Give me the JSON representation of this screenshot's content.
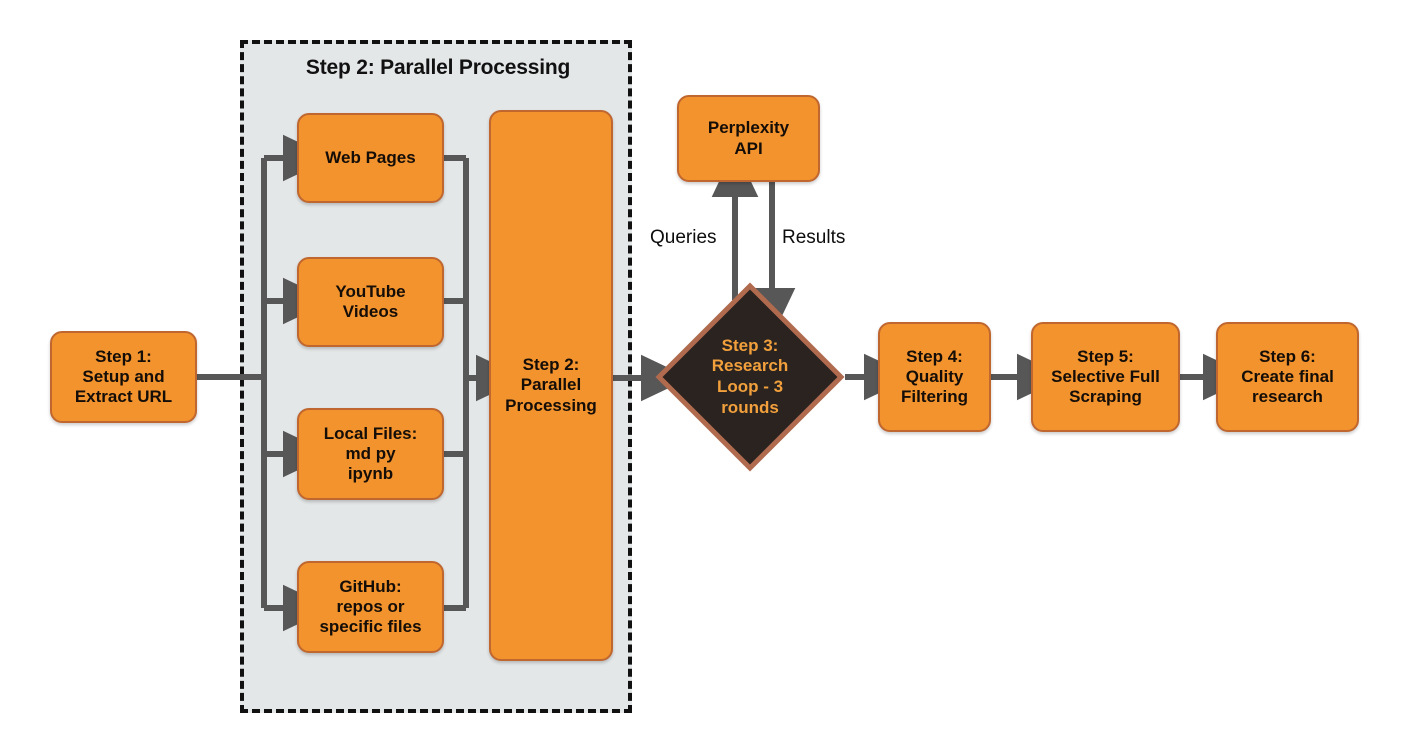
{
  "diagram": {
    "title": "Research pipeline flowchart",
    "background": "#ffffff",
    "colors": {
      "node_fill": "#f2932d",
      "node_border": "#c0662f",
      "node_text": "#140d08",
      "group_fill": "#e4e7e8",
      "group_border": "#111111",
      "decision_fill": "#2a2320",
      "decision_text": "#f2a03c",
      "arrow": "#575757"
    }
  },
  "group": {
    "label": "Step 2: Parallel Processing",
    "style": "dashed"
  },
  "nodes": {
    "step1": {
      "name": "step-1",
      "lines": [
        "Step 1:",
        "Setup and",
        "Extract URL"
      ]
    },
    "web_pages": {
      "name": "web-pages",
      "lines": [
        "Web Pages"
      ]
    },
    "youtube": {
      "name": "youtube-videos",
      "lines": [
        "YouTube",
        "Videos"
      ]
    },
    "local_files": {
      "name": "local-files",
      "lines": [
        "Local Files:",
        "md py",
        "ipynb"
      ]
    },
    "github": {
      "name": "github",
      "lines": [
        "GitHub:",
        "repos or",
        "specific files"
      ]
    },
    "step2": {
      "name": "step-2",
      "lines": [
        "Step 2:",
        "Parallel",
        "Processing"
      ]
    },
    "perplexity": {
      "name": "perplexity-api",
      "lines": [
        "Perplexity",
        "API"
      ]
    },
    "step3": {
      "name": "step-3-decision",
      "lines": [
        "Step 3:",
        "Research",
        "Loop - 3",
        "rounds"
      ]
    },
    "step4": {
      "name": "step-4",
      "lines": [
        "Step 4:",
        "Quality",
        "Filtering"
      ]
    },
    "step5": {
      "name": "step-5",
      "lines": [
        "Step 5:",
        "Selective Full",
        "Scraping"
      ]
    },
    "step6": {
      "name": "step-6",
      "lines": [
        "Step 6:",
        "Create final",
        "research"
      ]
    }
  },
  "edge_labels": {
    "queries": "Queries",
    "results": "Results"
  }
}
